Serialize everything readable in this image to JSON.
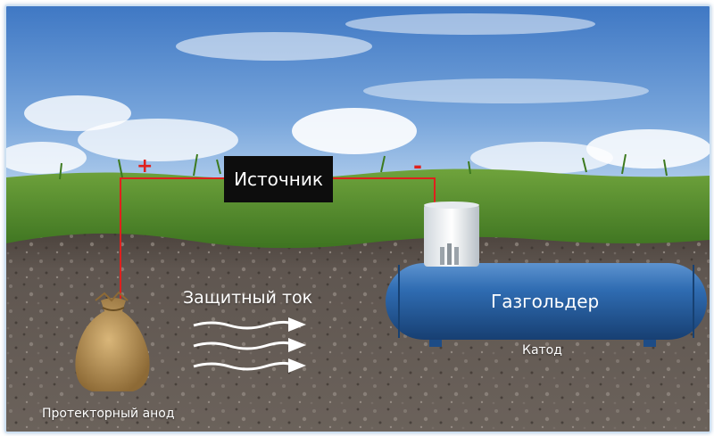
{
  "diagram": {
    "source_label": "Источник",
    "plus_sign": "+",
    "minus_sign": "-",
    "current_label": "Защитный ток",
    "tank_label": "Газгольдер",
    "cathode_label": "Катод",
    "anode_label": "Протекторный анод"
  },
  "colors": {
    "wire": "#e0201d",
    "tank_body": "#2a65a8",
    "sky": "#5b8fd0",
    "grass": "#4f8a2c",
    "soil": "#5e544c",
    "sack": "#b08a4e"
  },
  "icons": [
    "sack-icon",
    "tank-icon",
    "arrow-icon"
  ]
}
